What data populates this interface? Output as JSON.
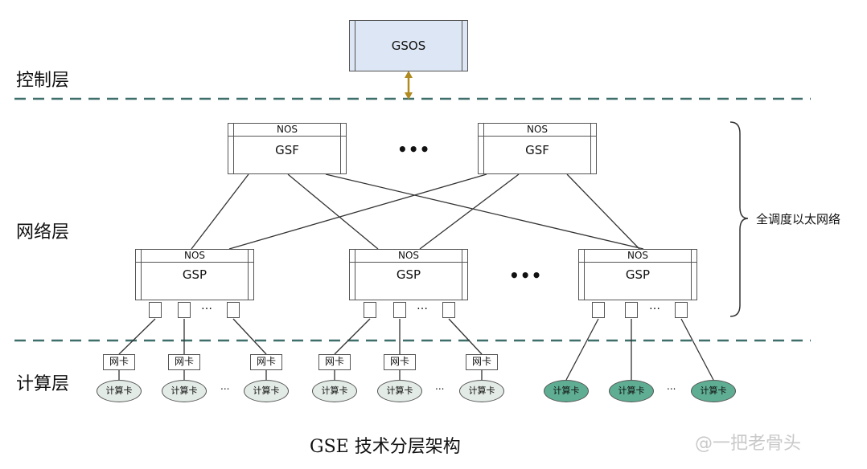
{
  "layers": {
    "control": "控制层",
    "network": "网络层",
    "compute": "计算层"
  },
  "control_box": {
    "label": "GSOS"
  },
  "gsf_boxes": [
    {
      "nos": "NOS",
      "label": "GSF"
    },
    {
      "nos": "NOS",
      "label": "GSF"
    }
  ],
  "gsp_boxes": [
    {
      "nos": "NOS",
      "label": "GSP"
    },
    {
      "nos": "NOS",
      "label": "GSP"
    },
    {
      "nos": "NOS",
      "label": "GSP"
    }
  ],
  "ellipsis": {
    "big": "•••",
    "small": "…",
    "tiny": "..."
  },
  "nic_label": "网卡",
  "card_label": "计算卡",
  "brace_label": "全调度以太网络",
  "caption": "GSE 技术分层架构",
  "watermark": "@一把老骨头",
  "colors": {
    "divider": "#3f6f6a",
    "control_fill": "#dde6f4",
    "card_fill": "#e3ebe6",
    "card_fill_highlight": "#5fae93",
    "arrow": "#b08a1e"
  }
}
